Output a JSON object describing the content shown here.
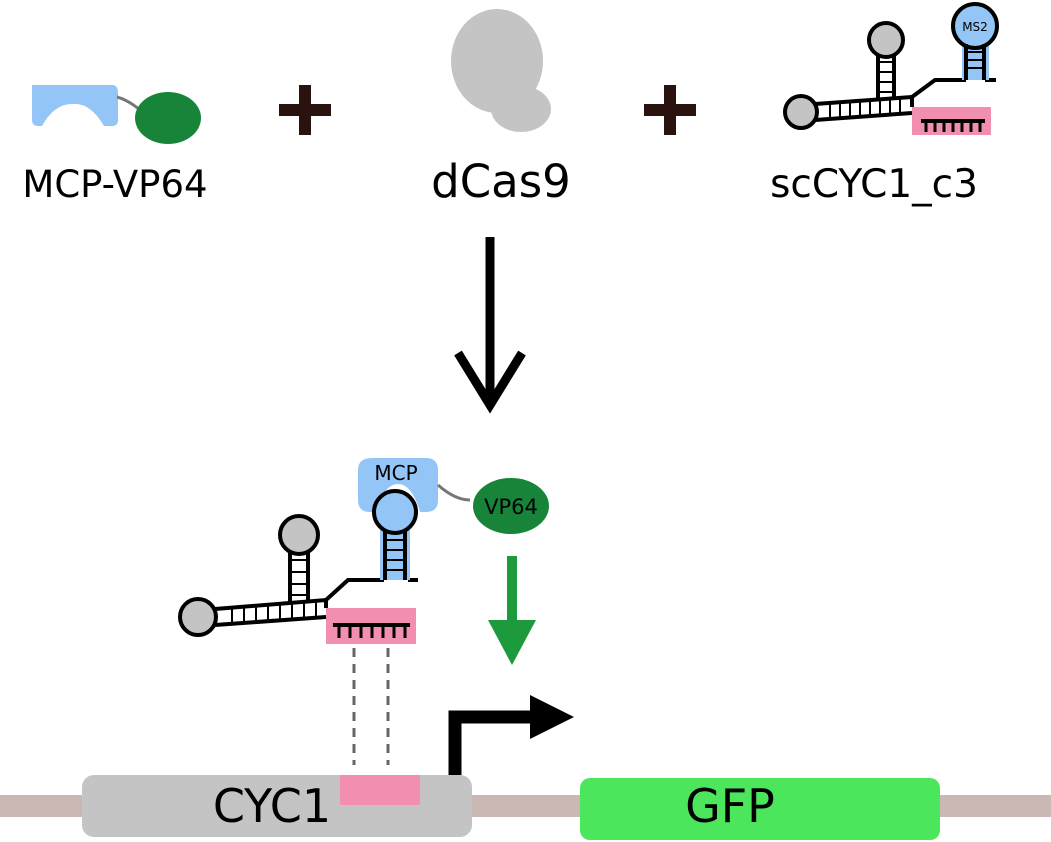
{
  "components": {
    "mcp_vp64_label": "MCP-VP64",
    "dcas9_label": "dCas9",
    "guide_label": "scCYC1_c3",
    "ms2_label": "MS2"
  },
  "complex": {
    "mcp_label": "MCP",
    "vp64_label": "VP64"
  },
  "dna": {
    "promoter_label": "CYC1",
    "gene_label": "GFP"
  },
  "colors": {
    "mcp_blue": "#94c5f7",
    "vp64_green": "#17843a",
    "dcas9_gray": "#c4c4c4",
    "target_pink": "#f28fb0",
    "gfp_green": "#4be65c",
    "dna_line": "#c9b8b4",
    "arrow_green": "#1d9a3b"
  }
}
